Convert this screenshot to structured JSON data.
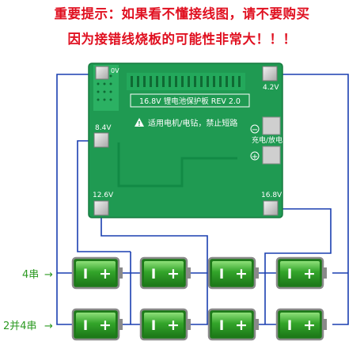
{
  "warning": {
    "line1": "重要提示：如果看不懂接线图，请不要购买",
    "line2": "因为接错线烧板的可能性非常大！！！"
  },
  "board": {
    "title": "16.8V 锂电池保护板 REV 2.0",
    "notice": "适用电机/电钻，禁止短路",
    "charge_label": "充电/放电",
    "pad_0v": "0V",
    "pad_42v": "4.2V",
    "pad_84v": "8.4V",
    "pad_126v": "12.6V",
    "pad_168v": "16.8V",
    "minus_sign": "−",
    "plus_sign": "+"
  },
  "rows": {
    "row1_label": "4串",
    "row2_label": "2并4串",
    "arrow": "→"
  },
  "battery": {
    "neg": "I",
    "pos": "+"
  },
  "colors": {
    "warning_text": "#e01020",
    "pcb_green": "#1f9a52",
    "wire_blue": "#1a3fb0",
    "battery_green": "#2f9e2a",
    "label_green": "#2c9a22"
  }
}
